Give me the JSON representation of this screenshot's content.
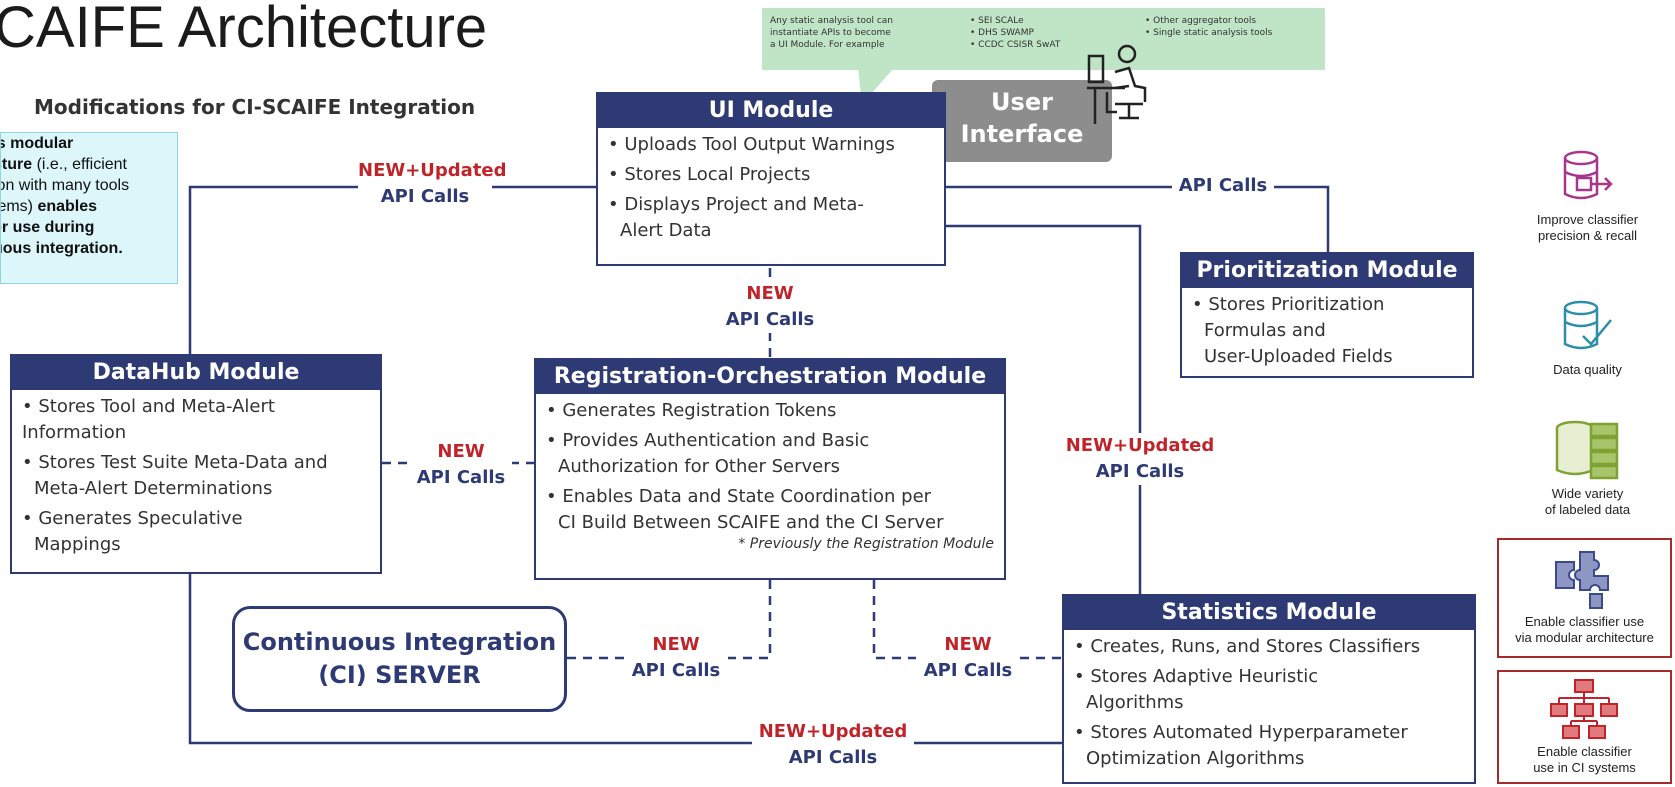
{
  "title": "CAIFE Architecture",
  "subtitle": "Modifications for CI-SCAIFE Integration",
  "callout": {
    "line1_bold": "'s modular",
    "line2_bold": "cture",
    "line2_rest": " (i.e., efficient",
    "line3": "ion with many tools",
    "line4_rest": "tems) ",
    "line4_bold": "enables",
    "line5_bold": "er use during",
    "line6_bold": "uous integration."
  },
  "tool_note": {
    "col1": [
      "Any static analysis tool can",
      "instantiate APIs to become",
      "a UI Module. For example"
    ],
    "col2": [
      "• SEI SCALe",
      "• DHS SWAMP",
      "• CCDC CSISR SwAT"
    ],
    "col3": [
      "• Other aggregator tools",
      "• Single static analysis tools"
    ]
  },
  "user_interface": {
    "line1": "User",
    "line2": "Interface"
  },
  "modules": {
    "ui": {
      "title": "UI Module",
      "bullets": [
        "• Uploads Tool Output Warnings",
        "• Stores Local Projects",
        "• Displays Project and Meta-",
        "Alert Data"
      ]
    },
    "datahub": {
      "title": "DataHub Module",
      "bullets": [
        "• Stores Tool and Meta-Alert",
        "Information",
        "• Stores Test Suite Meta-Data and",
        "Meta-Alert Determinations",
        "• Generates Speculative",
        "Mappings"
      ]
    },
    "registration": {
      "title": "Registration-Orchestration Module",
      "bullets": [
        "• Generates Registration Tokens",
        "• Provides Authentication and Basic",
        "Authorization for Other Servers",
        "• Enables Data and State Coordination per",
        "CI Build Between SCAIFE and the CI Server"
      ],
      "note": "* Previously the Registration Module"
    },
    "prioritization": {
      "title": "Prioritization Module",
      "bullets": [
        "• Stores Prioritization",
        "Formulas and",
        "User-Uploaded Fields"
      ]
    },
    "statistics": {
      "title": "Statistics Module",
      "bullets": [
        "• Creates, Runs, and Stores Classifiers",
        "• Stores Adaptive Heuristic",
        "Algorithms",
        "• Stores Automated Hyperparameter",
        "Optimization Algorithms"
      ]
    }
  },
  "ci_server": {
    "line1": "Continuous Integration",
    "line2": "(CI) SERVER"
  },
  "connectors": {
    "c1": {
      "new": "NEW+Updated",
      "api": "API Calls"
    },
    "c2": {
      "new": "NEW",
      "api": "API Calls"
    },
    "c3": {
      "new": "",
      "api": "API Calls"
    },
    "c4": {
      "new": "NEW",
      "api": "API Calls"
    },
    "c5": {
      "new": "NEW+Updated",
      "api": "API Calls"
    },
    "c6": {
      "new": "NEW",
      "api": "API Calls"
    },
    "c7": {
      "new": "NEW",
      "api": "API Calls"
    },
    "c8": {
      "new": "NEW+Updated",
      "api": "API Calls"
    }
  },
  "benefits": [
    {
      "line1": "Improve classifier",
      "line2": "precision & recall",
      "icon": "database-export-icon",
      "color": "#a6378d"
    },
    {
      "line1": "Data quality",
      "line2": "",
      "icon": "database-check-icon",
      "color": "#2b8fa8"
    },
    {
      "line1": "Wide variety",
      "line2": "of labeled data",
      "icon": "database-table-icon",
      "color": "#7fa332"
    },
    {
      "line1": "Enable classifier use",
      "line2": "via modular architecture",
      "icon": "puzzle-icon",
      "color": "#3a4a8c"
    },
    {
      "line1": "Enable classifier",
      "line2": "use in CI systems",
      "icon": "hierarchy-icon",
      "color": "#c0242b"
    }
  ]
}
